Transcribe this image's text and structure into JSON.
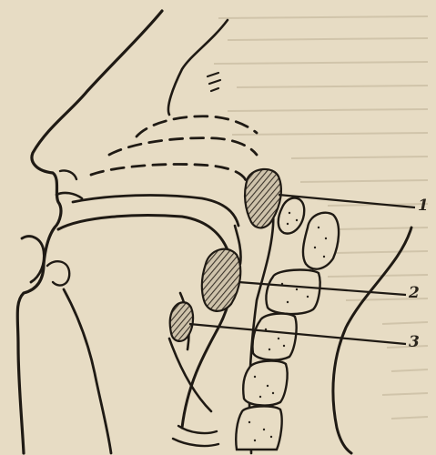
{
  "figure": {
    "colors": {
      "paper": "#e7dcc4",
      "ink": "#1f1a14",
      "hatch": "#4a433a",
      "bleed_text": "#b9ab8f"
    },
    "labels": [
      {
        "id": "label-1",
        "text": "1"
      },
      {
        "id": "label-2",
        "text": "2"
      },
      {
        "id": "label-3",
        "text": "3"
      }
    ]
  }
}
